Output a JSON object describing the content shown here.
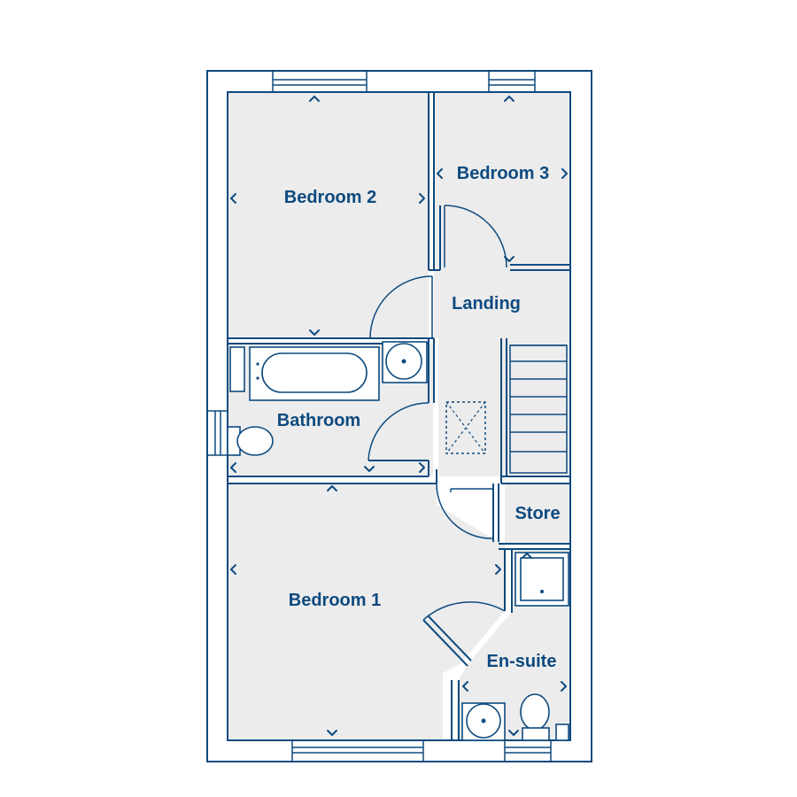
{
  "floor_plan": {
    "rooms": {
      "bedroom_2": "Bedroom 2",
      "bedroom_3": "Bedroom 3",
      "landing": "Landing",
      "bathroom": "Bathroom",
      "store": "Store",
      "bedroom_1": "Bedroom 1",
      "ensuite": "En-suite"
    },
    "colors": {
      "line": "#0d4a7f",
      "floor": "#ececec",
      "background": "#ffffff"
    }
  }
}
